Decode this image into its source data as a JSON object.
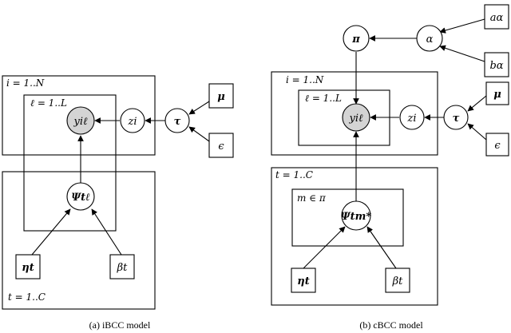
{
  "a": {
    "plate_i": "i = 1..N",
    "plate_l": "ℓ = 1..L",
    "plate_t": "t = 1..C",
    "y": "yiℓ",
    "z": "zi",
    "tau": "τ",
    "mu": "μ",
    "eps": "ϵ",
    "psi": "Ψtℓ",
    "eta": "ηt",
    "beta": "βt",
    "caption": "(a) iBCC model"
  },
  "b": {
    "plate_i": "i = 1..N",
    "plate_l": "ℓ = 1..L",
    "plate_t": "t = 1..C",
    "plate_m": "m ∈ π",
    "pi": "π",
    "alpha": "α",
    "a_alpha": "aα",
    "b_alpha": "bα",
    "y": "yiℓ",
    "z": "zi",
    "tau": "τ",
    "mu": "μ",
    "eps": "ϵ",
    "psi": "Ψtm*",
    "eta": "ηt",
    "beta": "βt",
    "caption": "(b) cBCC model"
  }
}
